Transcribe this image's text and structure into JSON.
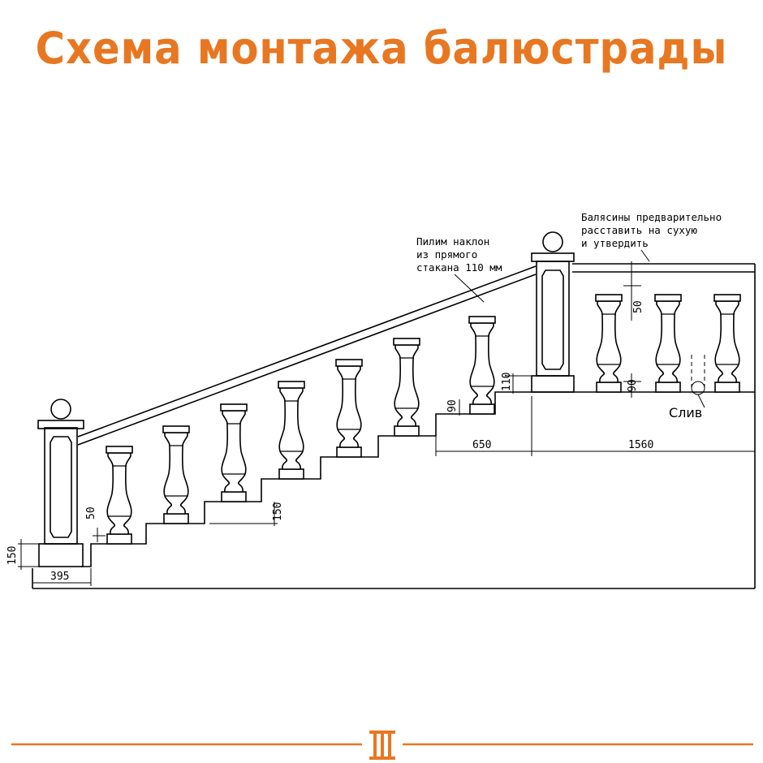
{
  "title": "Схема монтажа балюстрады",
  "colors": {
    "accent": "#e87722",
    "line": "#000000"
  },
  "notes": {
    "cut_slope": [
      "Пилим наклон",
      "из прямого",
      "стакана 110 мм"
    ],
    "dry_fit": [
      "Балясины предварительно",
      "расставить на сухую",
      "и утвердить"
    ],
    "drain": "Слив"
  },
  "dimensions": {
    "post_base_width": "395",
    "post_base_height": "150",
    "baluster_gap_low": "50",
    "step_height": "150",
    "step_gap": "90",
    "top_glass": "110",
    "top_step_width": "650",
    "landing_width": "1560",
    "landing_gap_top": "50",
    "landing_gap_bottom": "90"
  },
  "footer_icon": "balustrade-icon"
}
